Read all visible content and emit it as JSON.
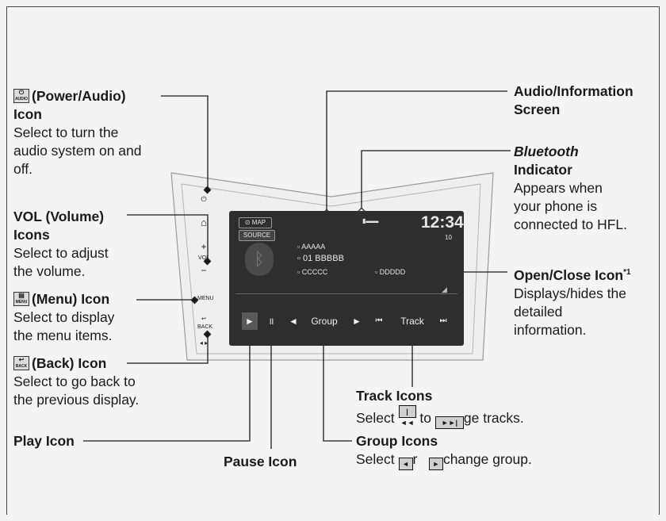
{
  "labels": {
    "power_icon": {
      "icon": "power-audio-icon",
      "icon_text": "AUDIO",
      "title": "(Power/Audio)",
      "title_line2": "Icon",
      "desc": [
        "Select to turn the",
        "audio system on and",
        "off."
      ]
    },
    "vol": {
      "title": [
        "VOL (Volume)",
        "Icons"
      ],
      "desc": [
        "Select to adjust",
        "the volume."
      ]
    },
    "menu": {
      "icon": "menu-icon",
      "icon_text": "MENU",
      "title": "(Menu) Icon",
      "desc": [
        "Select to display",
        "the menu items."
      ]
    },
    "back": {
      "icon": "back-icon",
      "icon_text": "BACK",
      "title": "(Back) Icon",
      "desc": [
        "Select to go back to",
        "the previous display."
      ]
    },
    "play": {
      "title": "Play Icon"
    },
    "pause": {
      "title": "Pause Icon"
    },
    "audio_screen": {
      "title": [
        "Audio/Information",
        "Screen"
      ]
    },
    "bluetooth": {
      "title_italic": "Bluetooth",
      "title2": "Indicator",
      "desc": [
        "Appears when",
        "your phone is",
        "connected to HFL."
      ]
    },
    "openclose": {
      "title": "Open/Close Icon",
      "sup": "*1",
      "desc": [
        "Displays/hides the",
        "detailed",
        "information."
      ]
    },
    "track": {
      "title": "Track Icons",
      "desc_pre": "Select",
      "desc_mid": "to",
      "desc_post": "ge tracks."
    },
    "group": {
      "title": "Group Icons",
      "desc_pre": "Select",
      "desc_mid": "r",
      "desc_post": "change group."
    }
  },
  "screen": {
    "map_btn": "MAP",
    "source_btn": "SOURCE",
    "clock": "12:34",
    "track_num": "10",
    "line1": "AAAAA",
    "line2": "01 BBBBB",
    "line3": "CCCCC",
    "line4": "DDDDD",
    "group_label": "Group",
    "track_label": "Track"
  },
  "side_panel": {
    "vol_text": "VOL",
    "menu_text": "MENU",
    "back_text": "BACK"
  },
  "colors": {
    "screen_bg": "#2e2e2e",
    "leader": "#1a1a1a"
  }
}
